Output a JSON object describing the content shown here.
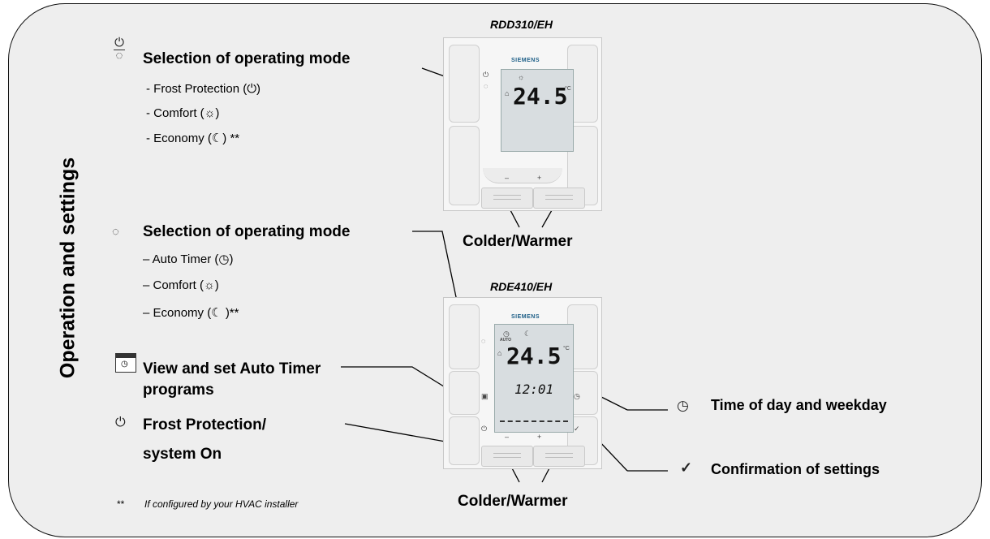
{
  "section_title": "Operation and settings",
  "devices": {
    "top": {
      "model": "RDD310/EH",
      "brand": "SIEMENS",
      "temperature": "24.5",
      "unit": "°C",
      "minus": "–",
      "plus": "+"
    },
    "bottom": {
      "model": "RDE410/EH",
      "brand": "SIEMENS",
      "temperature": "24.5",
      "unit": "°C",
      "time": "12:01",
      "auto_label": "AUTO",
      "minus": "–",
      "plus": "+"
    }
  },
  "top_mode": {
    "heading": "Selection of operating mode",
    "items": [
      "- Frost Protection (⏻)",
      "- Comfort (☼)",
      "- Economy (☾) **"
    ]
  },
  "bottom_mode": {
    "heading": "Selection of operating mode",
    "items": [
      "– Auto Timer (◷)",
      "– Comfort (☼)",
      "– Economy (☾ )**"
    ]
  },
  "timer": {
    "label_line1": "View and set Auto Timer",
    "label_line2": "programs"
  },
  "frost": {
    "label_line1": "Frost Protection/",
    "label_line2": "system On"
  },
  "time_of_day": {
    "label": "Time of day and weekday"
  },
  "confirm": {
    "label": "Confirmation of settings"
  },
  "colder_warmer_top": "Colder/Warmer",
  "colder_warmer_bottom": "Colder/Warmer",
  "footnote": {
    "mark": "**",
    "text": "If configured by your HVAC installer"
  },
  "icons": [
    "power-mode-icon",
    "mode-cycle-icon",
    "calendar-clock-icon",
    "power-icon",
    "clock-icon",
    "checkmark-icon"
  ]
}
